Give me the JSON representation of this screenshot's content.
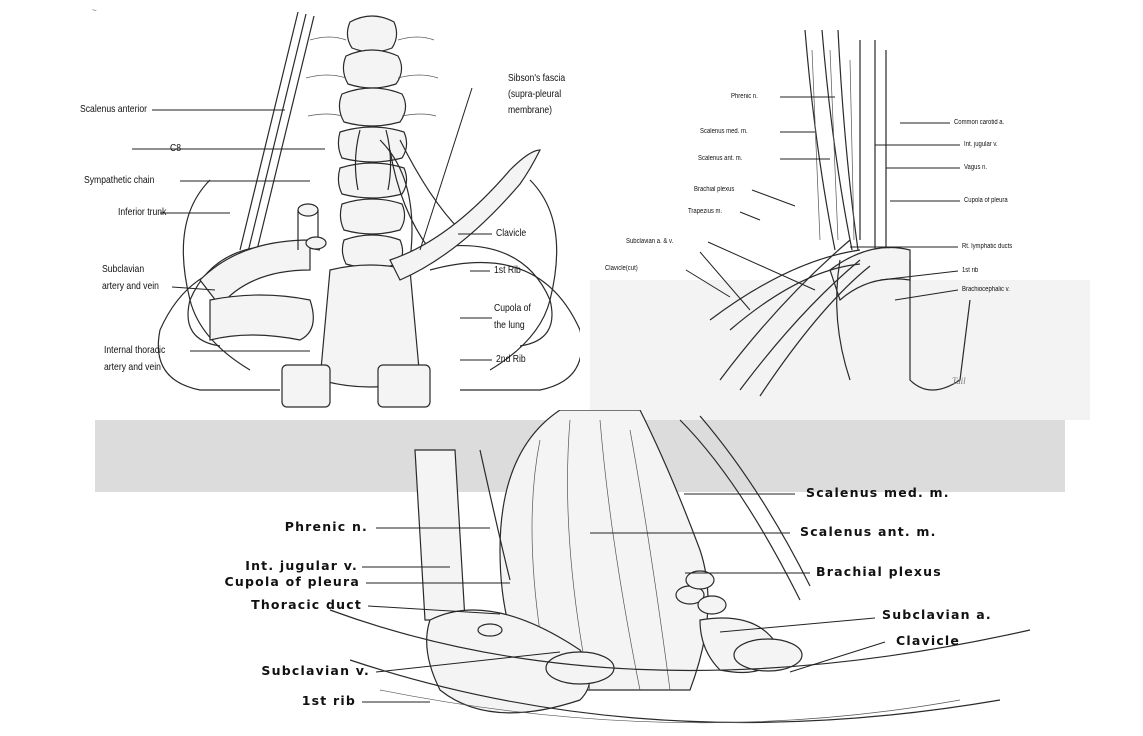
{
  "panel_top_left": {
    "corner_mark": "~",
    "labels": [
      "Scalenus anterior",
      "C8",
      "Sympathetic chain",
      "Inferior trunk",
      "Subclavian",
      "artery and vein",
      "Internal thoracic",
      "artery and vein",
      "Sibson's fascia",
      "(supra-pleural",
      "membrane)",
      "Clavicle",
      "1st Rib",
      "Cupola of",
      "the lung",
      "2nd Rib"
    ]
  },
  "panel_top_right": {
    "labels": [
      "Phrenic n.",
      "Scalenus med. m.",
      "Scalenus ant. m.",
      "Brachial plexus",
      "Trapezius m.",
      "Subclavian a. & v.",
      "Clavicle(cut)",
      "Common carotid a.",
      "Int. jugular v.",
      "Vagus n.",
      "Cupola of pleura",
      "Rt. lymphatic ducts",
      "1st rib",
      "Brachiocephalic v."
    ],
    "signature": "Tail"
  },
  "panel_bottom": {
    "labels": [
      "Scalenus med. m.",
      "Phrenic n.",
      "Scalenus ant. m.",
      "Int. jugular v.",
      "Cupola of pleura",
      "Brachial plexus",
      "Thoracic duct",
      "Subclavian a.",
      "Clavicle",
      "Subclavian v.",
      "1st rib"
    ]
  }
}
